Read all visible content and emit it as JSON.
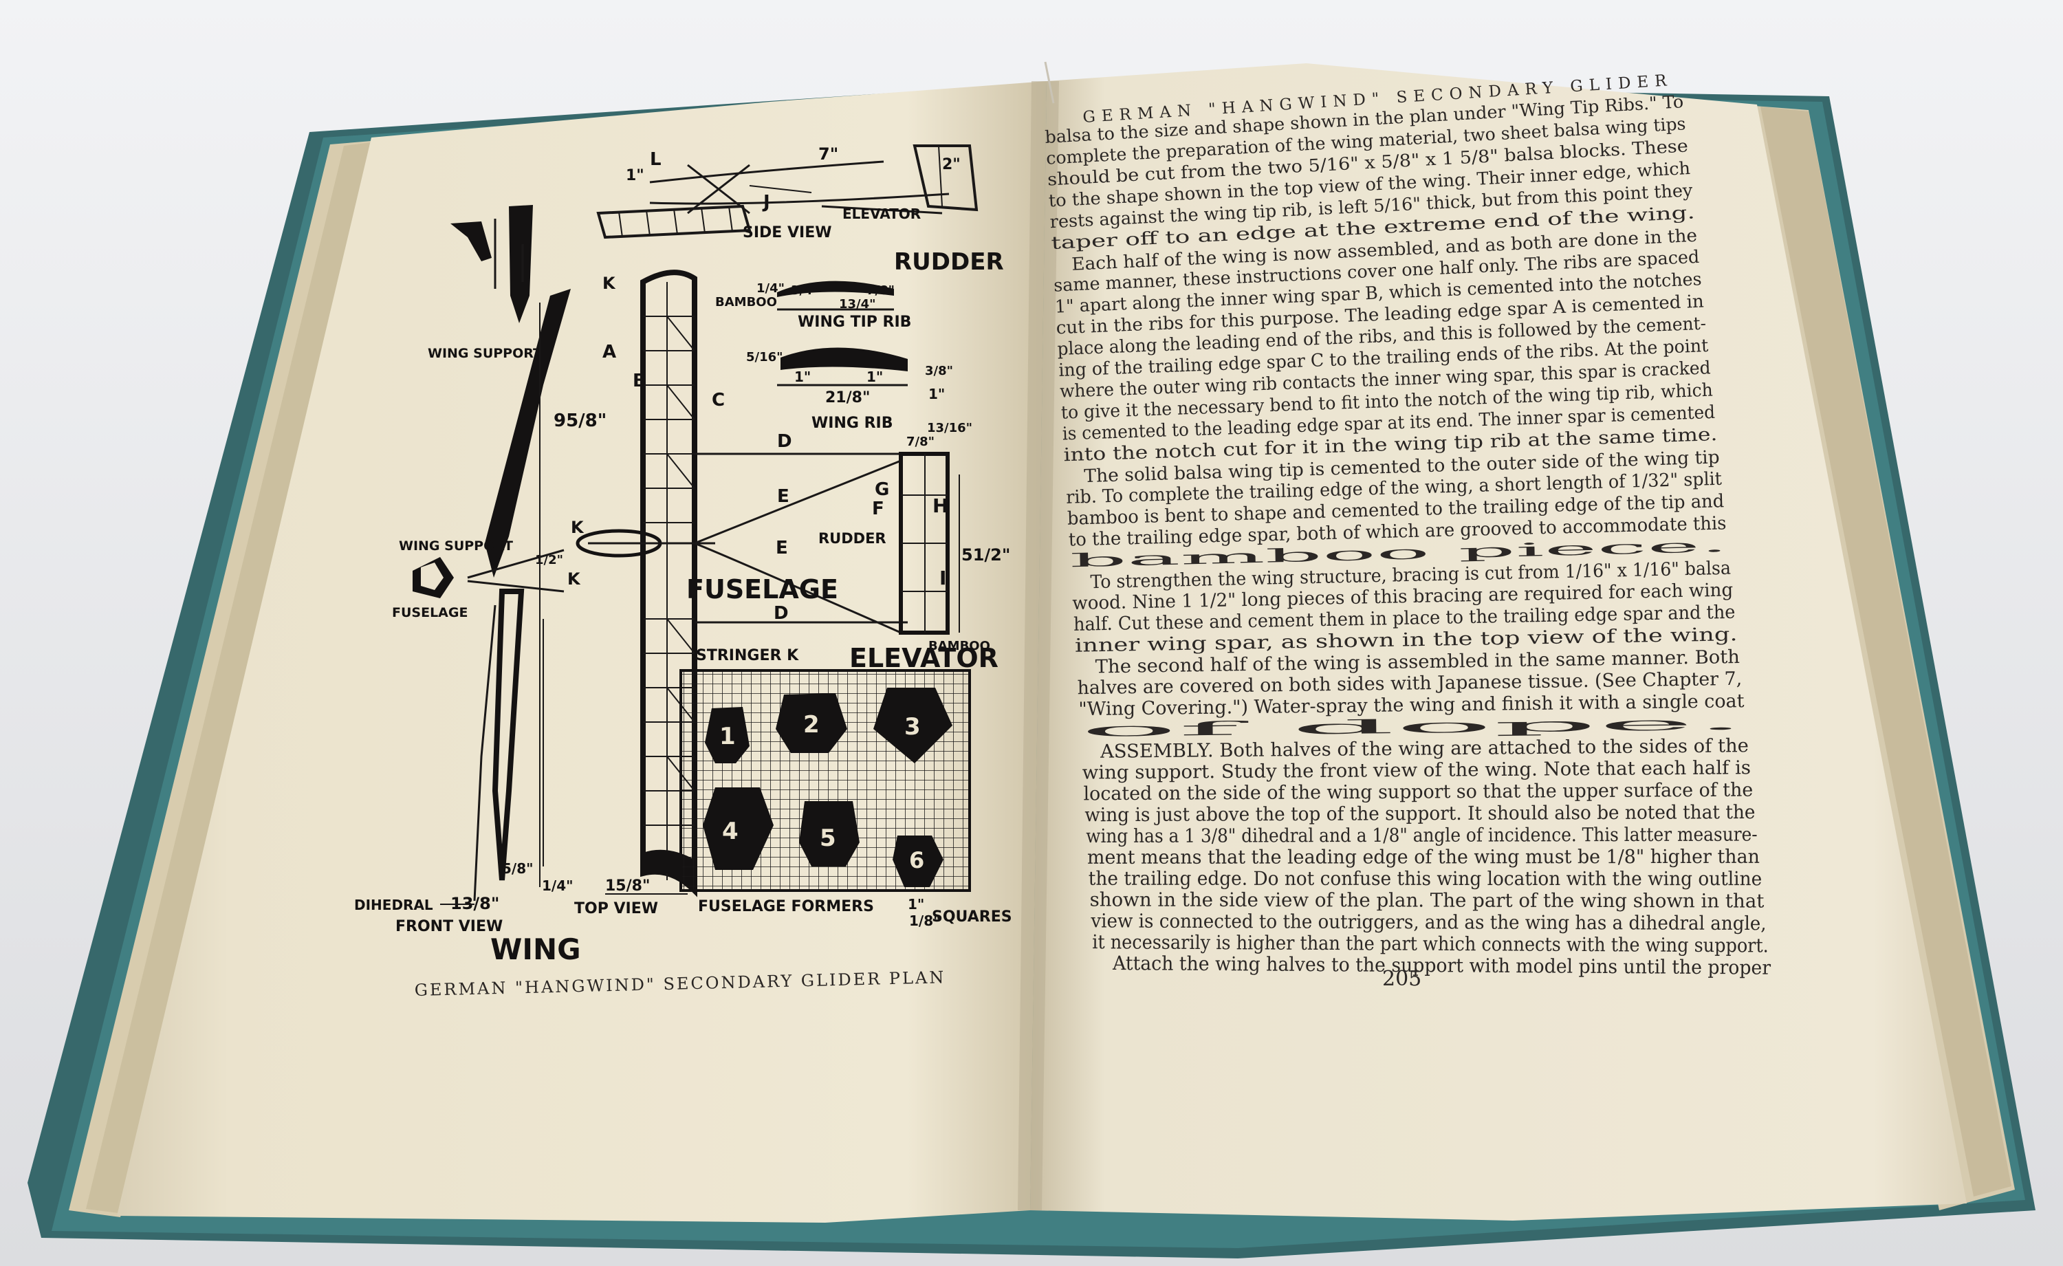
{
  "book": {
    "left_page": {
      "plan_labels": {
        "side_view": "SIDE VIEW",
        "rudder_title": "RUDDER",
        "elevator_small": "ELEVATOR",
        "wing_tip_rib": "WING TIP RIB",
        "wing_rib": "WING RIB",
        "wing_support_top": "WING SUPPORT",
        "wing_support_mid": "WING SUPPORT",
        "fuselage_small": "FUSELAGE",
        "bamboo_top": "BAMBOO",
        "bamboo_bottom": "BAMBOO",
        "rudder_small": "RUDDER",
        "fuselage_title": "FUSELAGE",
        "elevator_title": "ELEVATOR",
        "stringer_k": "STRINGER K",
        "dihedral": "DIHEDRAL",
        "front_view": "FRONT VIEW",
        "top_view": "TOP VIEW",
        "fuselage_formers": "FUSELAGE FORMERS",
        "squares": "SQUARES",
        "wing_title": "WING",
        "letters": [
          "A",
          "B",
          "C",
          "D",
          "D",
          "E",
          "E",
          "F",
          "G",
          "H",
          "I",
          "J",
          "K",
          "K",
          "K",
          "L"
        ],
        "former_numbers": [
          "1",
          "2",
          "3",
          "4",
          "5",
          "6"
        ],
        "dims": [
          "7\"",
          "1\"",
          "2\"",
          "1/4\"",
          "3/4\"",
          "13/4\"",
          "7/8\"",
          "5/16\"",
          "1\"",
          "1\"",
          "21/8\"",
          "1\"",
          "3/8\"",
          "95/8\"",
          "1/2\"",
          "51/2\"",
          "1/4\"",
          "15/8\"",
          "5/8\"",
          "13/8\"",
          "1\"",
          "1/8\"",
          "13/16\"",
          "7/8\""
        ]
      },
      "caption": "GERMAN \"HANGWIND\" SECONDARY GLIDER PLAN"
    },
    "right_page": {
      "running_head": "GERMAN \"HANGWIND\" SECONDARY GLIDER",
      "lines": [
        "balsa to the size and shape shown in the plan under \"Wing Tip Ribs.\" To",
        "complete the preparation of the wing material, two sheet balsa wing tips",
        "should be cut from the two 5/16\" x 5/8\" x 1 5/8\" balsa blocks. These",
        "to the shape shown in the top view of the wing. Their inner edge, which",
        "rests against the wing tip rib, is left 5/16\" thick, but from this point they",
        "taper off to an edge at the extreme end of the wing.",
        "Each half of the wing is now assembled, and as both are done in the",
        "same manner, these instructions cover one half only. The ribs are spaced",
        "1\" apart along the inner wing spar B, which is cemented into the notches",
        "cut in the ribs for this purpose. The leading edge spar A is cemented in",
        "place along the leading end of the ribs, and this is followed by the cement-",
        "ing of the trailing edge spar C to the trailing ends of the ribs. At the point",
        "where the outer wing rib contacts the inner wing spar, this spar is cracked",
        "to give it the necessary bend to fit into the notch of the wing tip rib, which",
        "is cemented to the leading edge spar at its end. The inner spar is cemented",
        "into the notch cut for it in the wing tip rib at the same time.",
        "The solid balsa wing tip is cemented to the outer side of the wing tip",
        "rib. To complete the trailing edge of the wing, a short length of 1/32\" split",
        "bamboo is bent to shape and cemented to the trailing edge of the tip and",
        "to the trailing edge spar, both of which are grooved to accommodate this",
        "bamboo piece.",
        "To strengthen the wing structure, bracing is cut from 1/16\" x 1/16\" balsa",
        "wood. Nine 1 1/2\" long pieces of this bracing are required for each wing",
        "half. Cut these and cement them in place to the trailing edge spar and the",
        "inner wing spar, as shown in the top view of the wing.",
        "The second half of the wing is assembled in the same manner. Both",
        "halves are covered on both sides with Japanese tissue. (See Chapter 7,",
        "\"Wing Covering.\") Water-spray the wing and finish it with a single coat",
        "of dope.",
        "ASSEMBLY. Both halves of the wing are attached to the sides of the",
        "wing support. Study the front view of the wing. Note that each half is",
        "located on the side of the wing support so that the upper surface of the",
        "wing is just above the top of the support. It should also be noted that the",
        "wing has a 1 3/8\" dihedral and a 1/8\" angle of incidence. This latter measure-",
        "ment means that the leading edge of the wing must be 1/8\" higher than",
        "the trailing edge. Do not confuse this wing location with the wing outline",
        "shown in the side view of the plan. The part of the wing shown in that",
        "view is connected to the outriggers, and as the wing has a dihedral angle,",
        "it necessarily is higher than the part which connects with the wing support.",
        "Attach the wing halves to the support with model pins until the proper"
      ],
      "page_number": "205"
    }
  },
  "colors": {
    "background": "#e9eaec",
    "page": "#ece4cf",
    "cover": "#3f7d80",
    "ink": "#141212"
  }
}
